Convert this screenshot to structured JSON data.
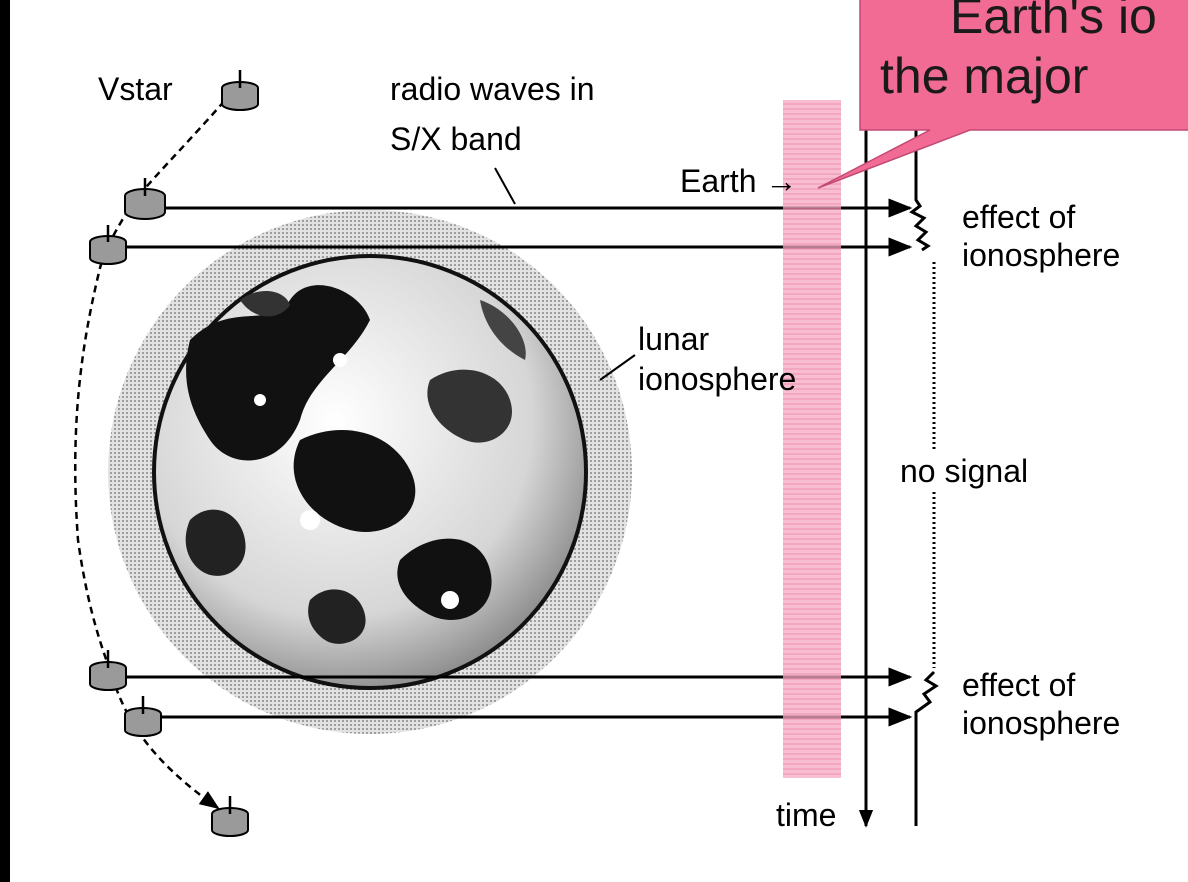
{
  "labels": {
    "vstar": "Vstar",
    "radio_waves_line1": "radio waves in",
    "radio_waves_line2": "S/X band",
    "earth": "Earth →",
    "effect_top_line1": "effect of",
    "effect_top_line2": "ionosphere",
    "lunar_line1": "lunar",
    "lunar_line2": "ionosphere",
    "no_signal": "no signal",
    "effect_bottom_line1": "effect of",
    "effect_bottom_line2": "ionosphere",
    "time": "time"
  },
  "callout": {
    "line1": "Earth's io",
    "line2": "the major"
  },
  "colors": {
    "callout_fill": "#f26b94",
    "highlight_band": "#f59ab8",
    "moon_halo": "#c8c8c8",
    "satellite": "#9a9a9a"
  }
}
